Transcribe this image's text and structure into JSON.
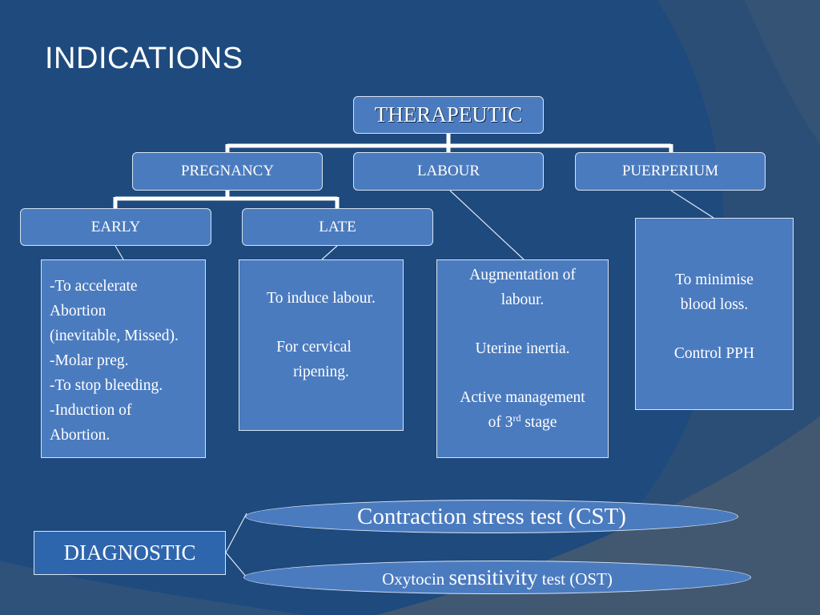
{
  "slide": {
    "title": "INDICATIONS"
  },
  "colors": {
    "background": "#1e4a7e",
    "node_fill": "#4b7bbf",
    "node_border": "#d8e3f2",
    "connector": "#ffffff",
    "diagnostic_fill": "#2e66ae"
  },
  "therapeutic": {
    "root": "THERAPEUTIC",
    "pregnancy": "PREGNANCY",
    "labour": "LABOUR",
    "puerperium": "PUERPERIUM",
    "early": "EARLY",
    "late": "LATE",
    "early_box": {
      "lines": [
        "-To accelerate",
        "Abortion",
        "(inevitable, Missed).",
        "-Molar preg.",
        "-To stop bleeding.",
        "-Induction of",
        "Abortion."
      ]
    },
    "late_box": {
      "line1": "To induce labour.",
      "line2": "For cervical",
      "line3": "ripening."
    },
    "labour_box": {
      "line1": "Augmentation of",
      "line2": "labour.",
      "line3": "Uterine inertia.",
      "line4": "Active management",
      "line5_pre": "of 3",
      "line5_sup": "rd",
      "line5_post": " stage"
    },
    "puerperium_box": {
      "line1": "To minimise",
      "line2": "blood loss.",
      "line3": "Control PPH"
    }
  },
  "diagnostic": {
    "label": "DIAGNOSTIC",
    "cst": "Contraction stress test (CST)",
    "ost_part1": "Oxytocin ",
    "ost_part2": "sensitivity",
    "ost_part3": " test (OST)"
  }
}
